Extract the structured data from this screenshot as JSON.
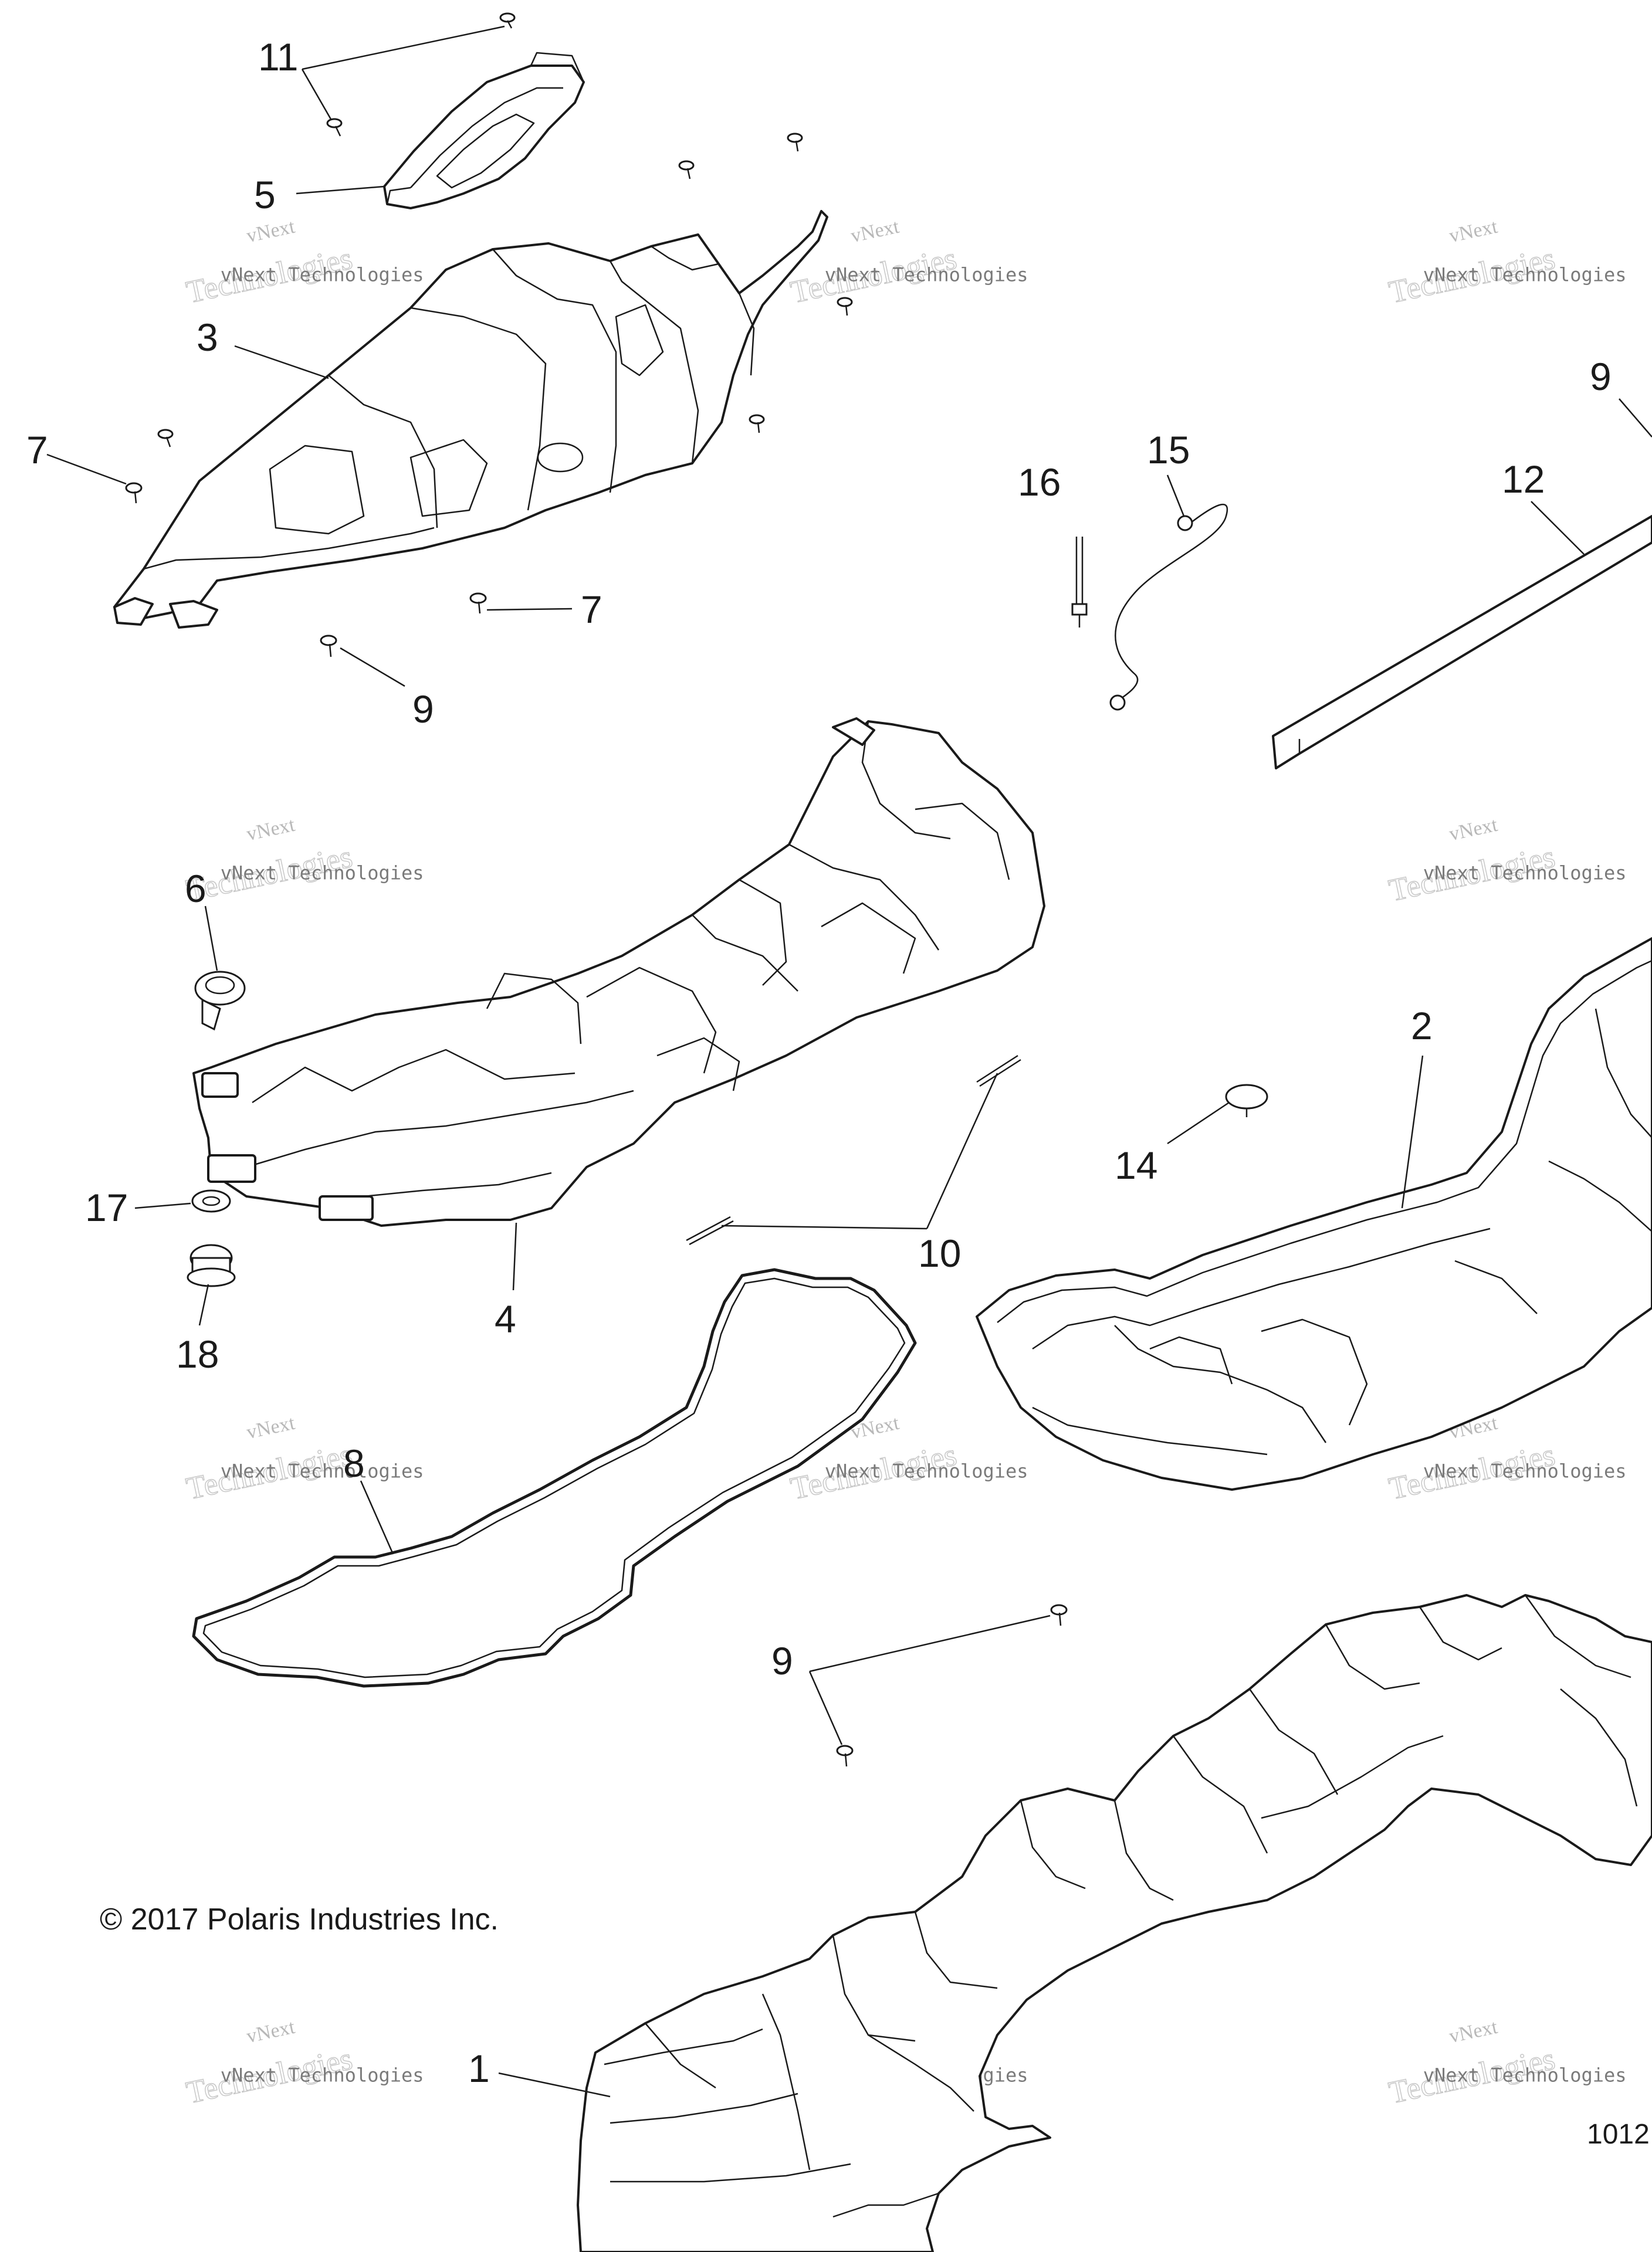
{
  "callouts": {
    "c11": "11",
    "c5": "5",
    "c3": "3",
    "c7a": "7",
    "c7b": "7",
    "c9a": "9",
    "c9b": "9",
    "c9c": "9",
    "c16": "16",
    "c15": "15",
    "c12": "12",
    "c6": "6",
    "c2": "2",
    "c14": "14",
    "c17": "17",
    "c10": "10",
    "c4": "4",
    "c18": "18",
    "c8": "8",
    "c1": "1"
  },
  "copyright": "© 2017 Polaris Industries Inc.",
  "figure_number": "1012",
  "watermark": {
    "line1": "vNext",
    "line2": "Technologies",
    "line3": "vNext Technologies"
  }
}
